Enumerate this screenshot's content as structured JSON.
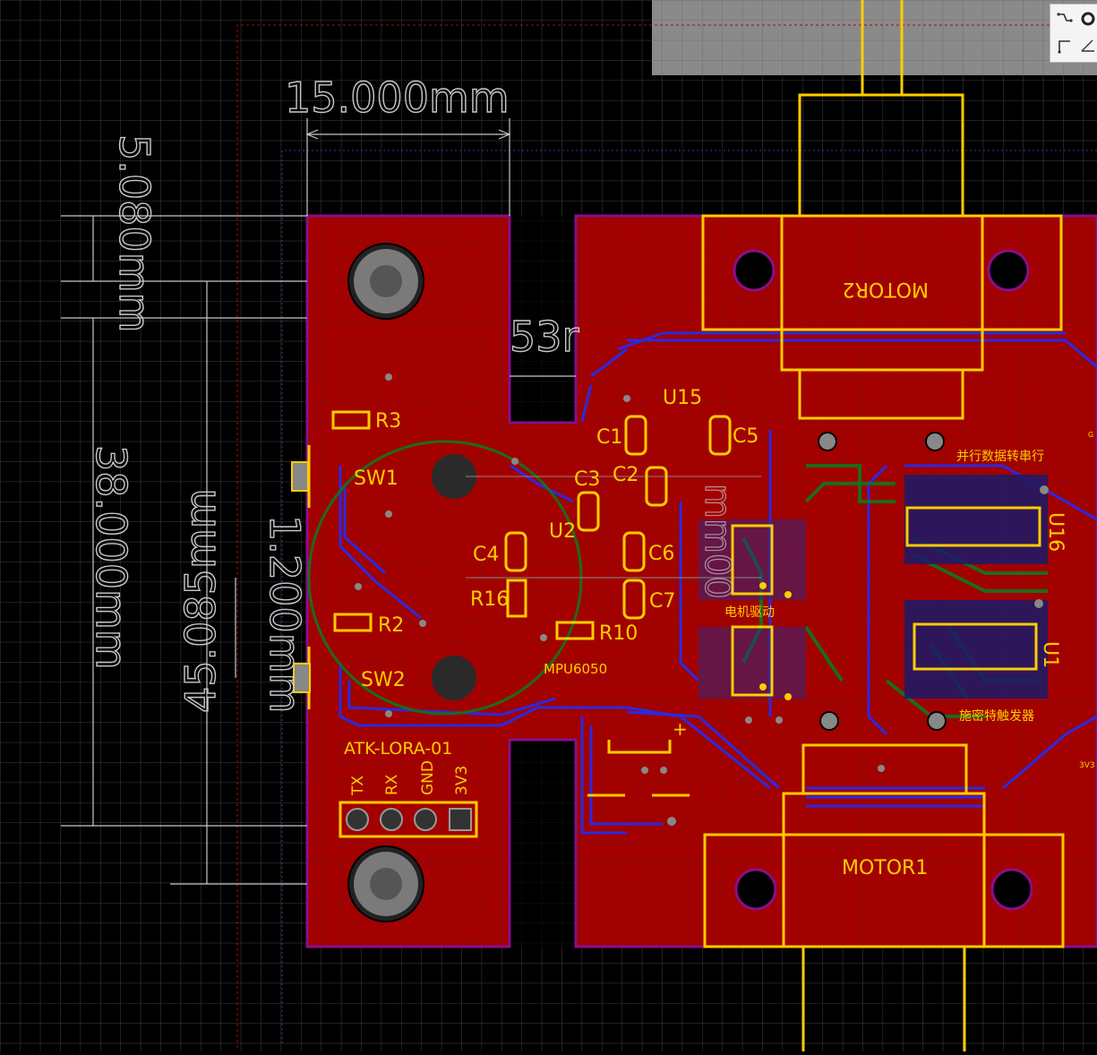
{
  "window": {
    "title": ""
  },
  "dimensions": {
    "width_15": "15.000mm",
    "height_5_08": "5.080mm",
    "height_38": "38.000mm",
    "height_45": "45.085mm",
    "height_small": "1.200mm",
    "gap_partial": "53r",
    "inner_partial": "mm00"
  },
  "components": {
    "motor2": "MOTOR2",
    "motor1": "MOTOR1",
    "u15": "U15",
    "u16": "U16",
    "u1": "U1",
    "u2": "U2",
    "c1": "C1",
    "c2": "C2",
    "c3": "C3",
    "c4": "C4",
    "c5": "C5",
    "c6": "C6",
    "c7": "C7",
    "r2": "R2",
    "r3": "R3",
    "r10": "R10",
    "r16": "R16",
    "sw1": "SW1",
    "sw2": "SW2",
    "mpu": "MPU6050",
    "lora": "ATK-LORA-01",
    "pin_tx": "TX",
    "pin_rx": "RX",
    "pin_gnd": "GND",
    "pin_3v3": "3V3"
  },
  "silk_labels": {
    "parallel_to_serial": "并行数据转串行",
    "motor_driver": "电机驱动",
    "schmitt_trigger": "施密特触发器",
    "net_3v3": "3V3",
    "net_g": "G",
    "plus": "+"
  },
  "colors": {
    "background": "#000000",
    "grid": "#3a3a3a",
    "copper_top": "#a30000",
    "board_outline": "#8a0e8a",
    "silkscreen": "#ffcc00",
    "trace_blue": "#2a2ae0",
    "trace_green": "#1d6b1d",
    "dimension": "#c8c8c8",
    "hole_gray": "#7a7a7a",
    "keepout": "#c00000"
  },
  "toolbar": {
    "route_icon": "route-track-icon",
    "circle_icon": "circle-icon",
    "corner_icon": "corner-line-icon",
    "angle_icon": "angle-icon"
  }
}
